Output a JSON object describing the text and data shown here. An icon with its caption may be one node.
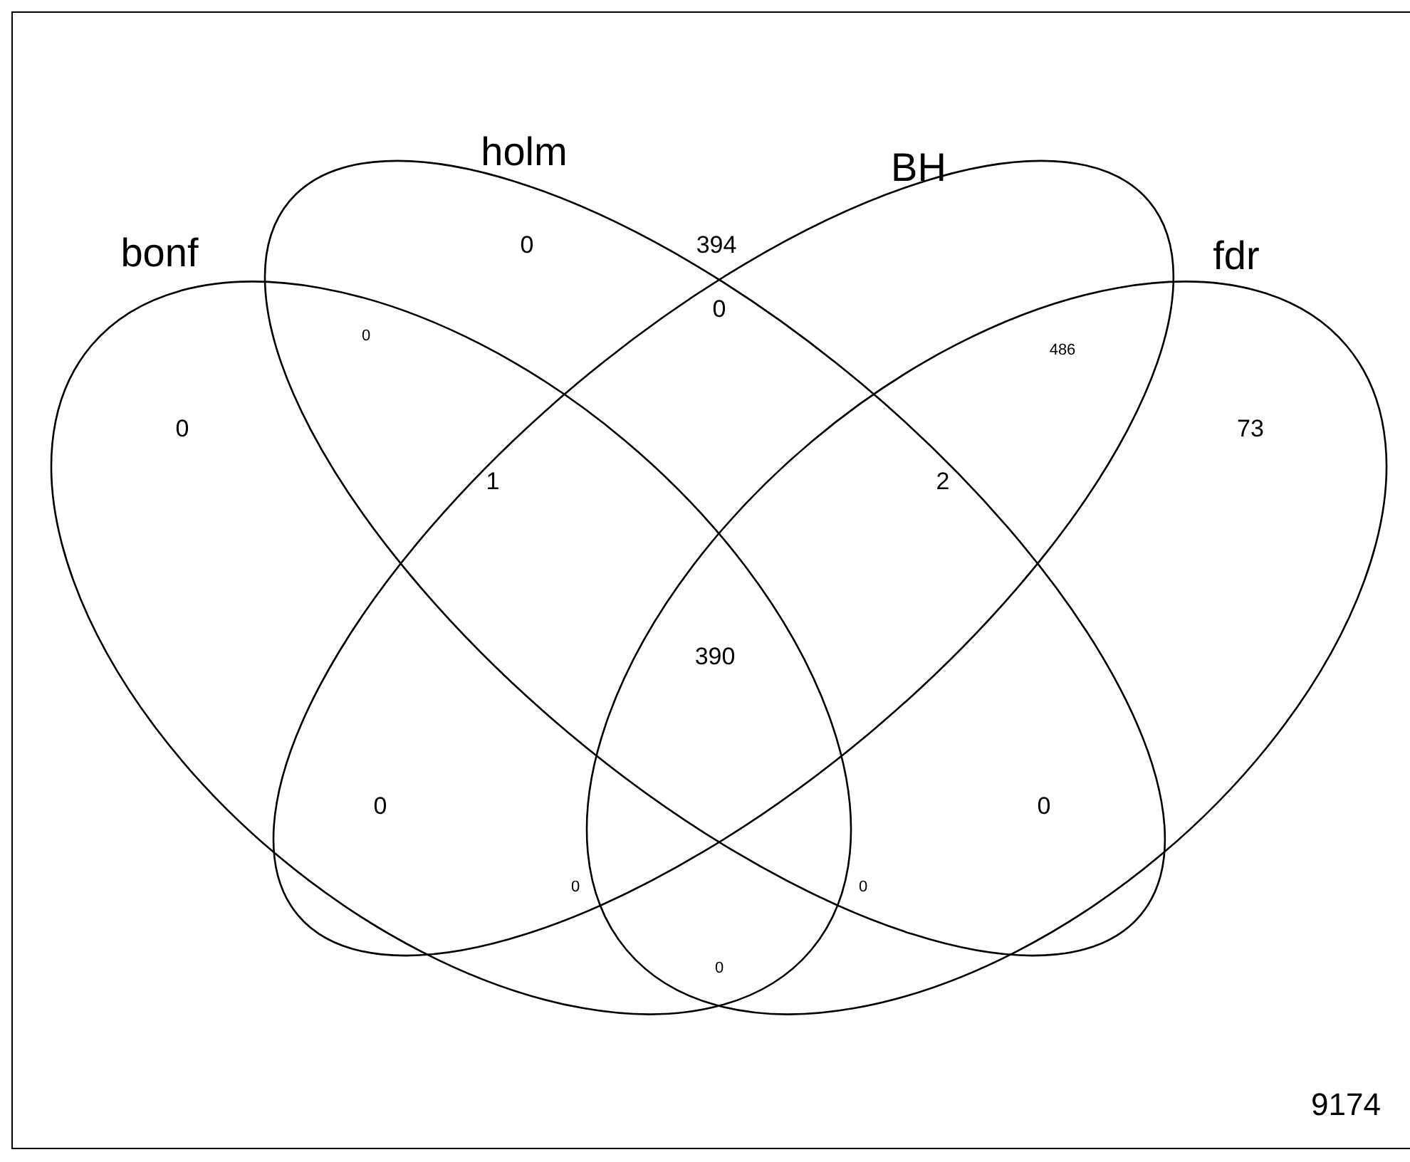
{
  "diagram": {
    "nodes": [
      {
        "text": [
          "bonf"
        ]
      },
      {
        "text": [
          "holm"
        ]
      },
      {
        "text": [
          "BH"
        ]
      },
      {
        "text": [
          "fdr"
        ]
      }
    ],
    "labels": [
      "0",
      "394",
      "0",
      "0",
      "486",
      "0",
      "73",
      "1",
      "2",
      "390",
      "0",
      "0",
      "0",
      "0",
      "0",
      "9174"
    ]
  }
}
